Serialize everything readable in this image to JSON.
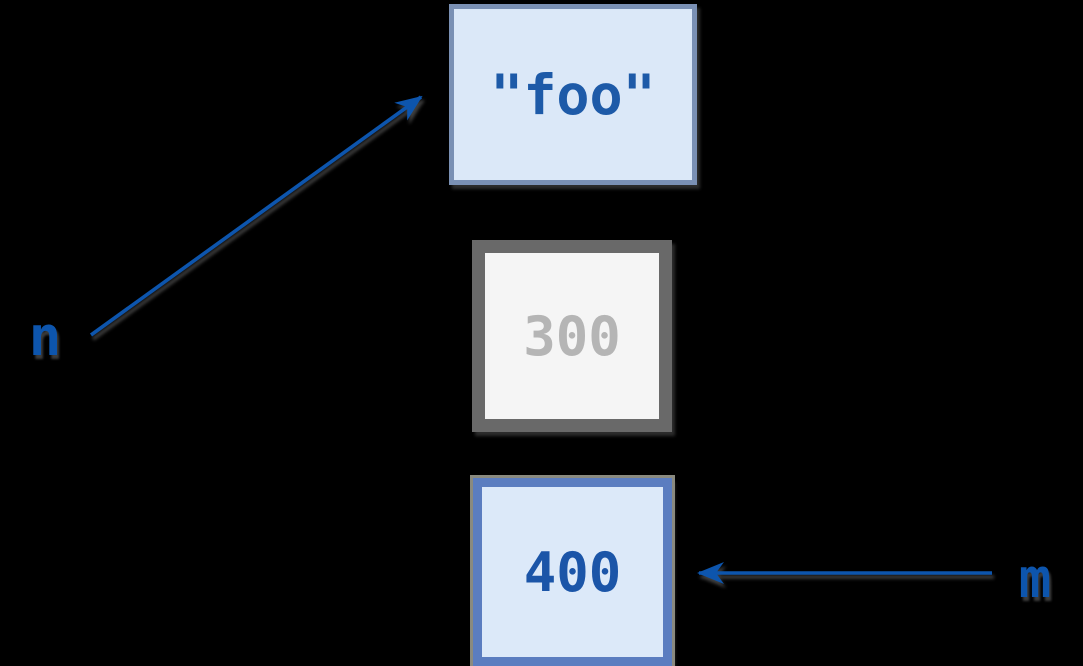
{
  "palette": {
    "background": "#000000",
    "arrow_blue": "#0d55ad",
    "foo_box_fill": "#dbe8f8",
    "foo_box_border": "#7a90b4",
    "foo_text": "#1d5aa8",
    "box300_fill": "#f5f5f5",
    "box300_border": "#696969",
    "box300_text": "#b5b5b5",
    "box400_fill": "#dce9f9",
    "box400_border": "#5b7dc0",
    "box400_outline": "#8a8a7f",
    "box400_text": "#1b55a8"
  },
  "variables": {
    "n": "n",
    "m": "m"
  },
  "objects": [
    {
      "id": "string-foo",
      "label": "\"foo\""
    },
    {
      "id": "int-300",
      "label": "300"
    },
    {
      "id": "int-400",
      "label": "400"
    }
  ],
  "arrows": [
    {
      "from": "n",
      "to": "\"foo\""
    },
    {
      "from": "m",
      "to": "400"
    }
  ]
}
